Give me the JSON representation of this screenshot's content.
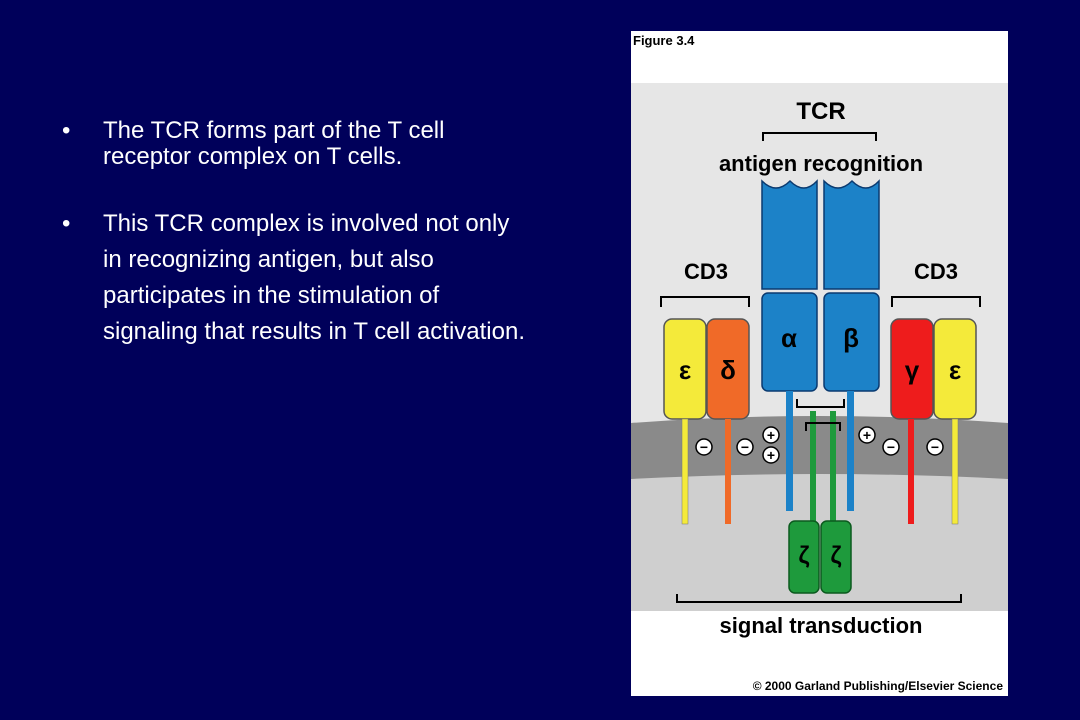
{
  "slide": {
    "bullets": [
      {
        "marker": "•",
        "text": "The TCR forms part of the T cell receptor complex on T cells."
      },
      {
        "marker": "•",
        "text": "This TCR complex is involved not only in recognizing antigen, but also participates in the stimulation of signaling that results in T cell activation."
      }
    ]
  },
  "figure": {
    "title": "Figure 3.4",
    "tcr_label": "TCR",
    "antigen_label": "antigen recognition",
    "cd3_left_label": "CD3",
    "cd3_right_label": "CD3",
    "chains": {
      "epsilon_left": "ε",
      "delta": "δ",
      "alpha": "α",
      "beta": "β",
      "gamma": "γ",
      "epsilon_right": "ε",
      "zeta_left": "ζ",
      "zeta_right": "ζ"
    },
    "charges": {
      "minus": "−",
      "plus": "+"
    },
    "signal_label": "signal transduction",
    "copyright": "© 2000 Garland Publishing/Elsevier Science",
    "colors": {
      "epsilon": "#f4ea3a",
      "delta": "#f06a28",
      "tcr": "#1c82c8",
      "gamma": "#ee1c1c",
      "zeta": "#1e9a3c",
      "membrane": "#8a8a8a",
      "cytoplasm": "#cfcfcf",
      "extracellular": "#e6e6e6"
    }
  }
}
